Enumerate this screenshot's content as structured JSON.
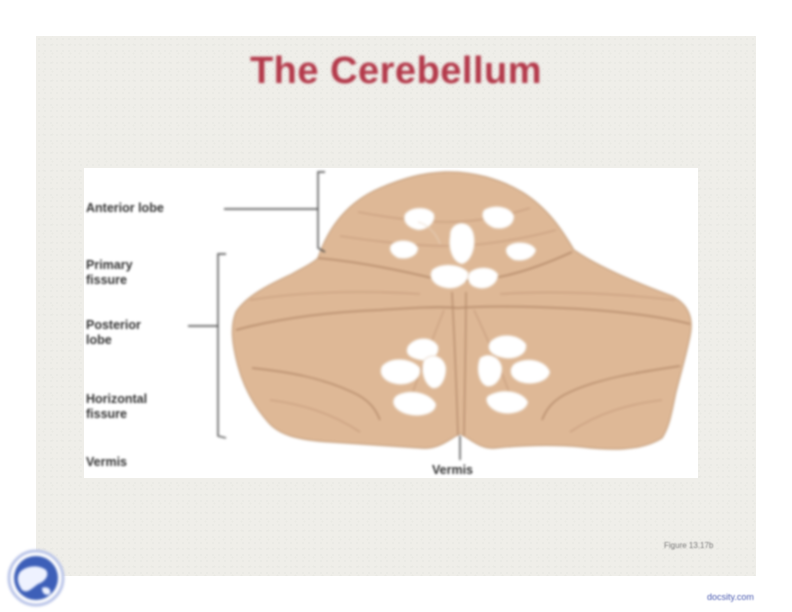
{
  "slide": {
    "title": "The Cerebellum",
    "figure_caption": "Figure 13.17b",
    "watermark": "docsity.com"
  },
  "diagram": {
    "labels": {
      "anterior_lobe": "Anterior lobe",
      "primary_fissure": "Primary\nfissure",
      "posterior_lobe": "Posterior\nlobe",
      "horizontal_fissure": "Horizontal\nfissure",
      "vermis_left": "Vermis",
      "vermis_bottom": "Vermis"
    },
    "colors": {
      "tissue": "#deb896",
      "tissue_line": "#b48a6a",
      "arbor_vitae": "#ffffff",
      "title": "#b3394a",
      "leader_line": "#444444"
    }
  },
  "logo": {
    "icon": "globe-logo-icon"
  }
}
